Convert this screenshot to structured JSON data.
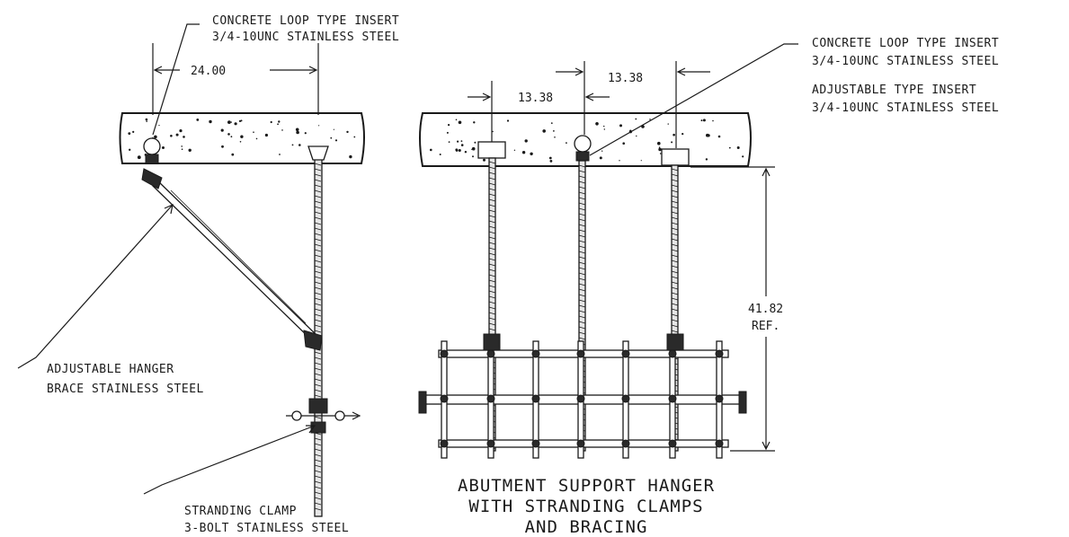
{
  "labels": {
    "left_insert_line1": "CONCRETE LOOP TYPE INSERT",
    "left_insert_line2": "3/4-10UNC STAINLESS STEEL",
    "right_insert_line1": "CONCRETE LOOP TYPE INSERT",
    "right_insert_line2": "3/4-10UNC STAINLESS STEEL",
    "adjustable_insert_line1": "ADJUSTABLE TYPE INSERT",
    "adjustable_insert_line2": "3/4-10UNC STAINLESS STEEL",
    "brace_line1": "ADJUSTABLE HANGER",
    "brace_line2": "BRACE STAINLESS STEEL",
    "clamp_line1": "STRANDING CLAMP",
    "clamp_line2": "3-BOLT STAINLESS STEEL"
  },
  "dimensions": {
    "left_spacing": "24.00",
    "right_spacing_a": "13.38",
    "right_spacing_b": "13.38",
    "height_value": "41.82",
    "height_note": "REF."
  },
  "title": {
    "line1": "ABUTMENT SUPPORT HANGER",
    "line2": "WITH STRANDING CLAMPS",
    "line3": "AND BRACING"
  }
}
